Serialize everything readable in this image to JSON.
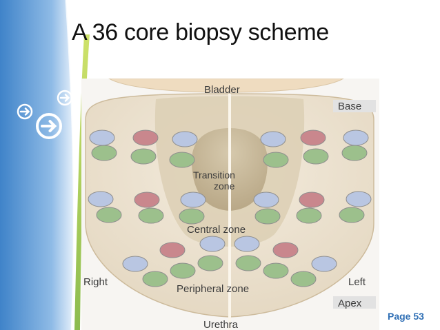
{
  "slide": {
    "title": "A 36 core biopsy scheme",
    "page_label": "Page 53"
  },
  "diagram": {
    "labels": {
      "bladder": "Bladder",
      "base": "Base",
      "transition_zone_line1": "Transition",
      "transition_zone_line2": "zone",
      "central_zone": "Central zone",
      "peripheral_zone": "Peripheral zone",
      "right": "Right",
      "left": "Left",
      "apex": "Apex",
      "urethra": "Urethra"
    },
    "colors": {
      "blue_core": "#b9c6e2",
      "red_core": "#c9878d",
      "green_core": "#9cc08c",
      "gland": "#ebe1cf",
      "central": "#d6cab0",
      "transition": "#c2b394",
      "bladder": "#efdcc0",
      "band": "#e6e6e6",
      "template_accent": "#2f6fb5"
    }
  }
}
